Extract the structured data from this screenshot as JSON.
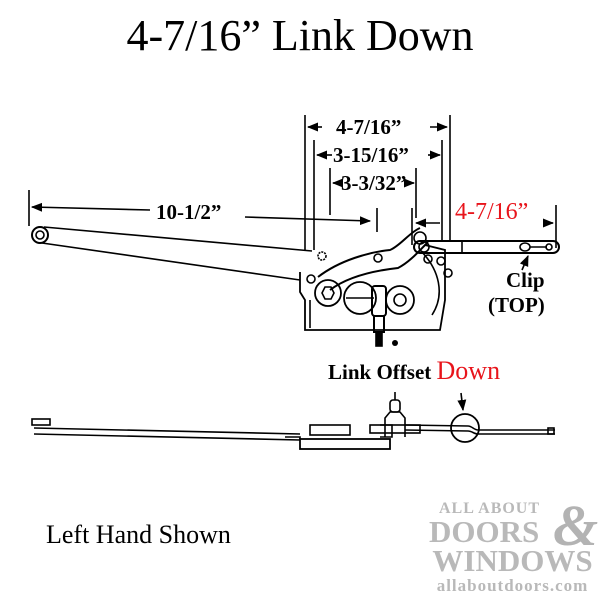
{
  "title": "4-7/16” Link Down",
  "dimensions": {
    "overall_width": "4-7/16”",
    "mid_width": "3-15/16”",
    "inner_width": "3-3/32”",
    "arm_length": "10-1/2”",
    "link_length": "4-7/16”"
  },
  "labels": {
    "clip_line1": "Clip",
    "clip_line2": "(TOP)",
    "link_offset": "Link Offset",
    "link_offset_direction": "Down",
    "hand_note": "Left Hand Shown"
  },
  "logo": {
    "line1": "ALL ABOUT",
    "line2": "DOORS",
    "ampersand": "&",
    "line3": "WINDOWS",
    "url": "allaboutdoors.com"
  },
  "colors": {
    "accent_red": "#e8141b",
    "logo_gray": "#b9b9b9"
  }
}
